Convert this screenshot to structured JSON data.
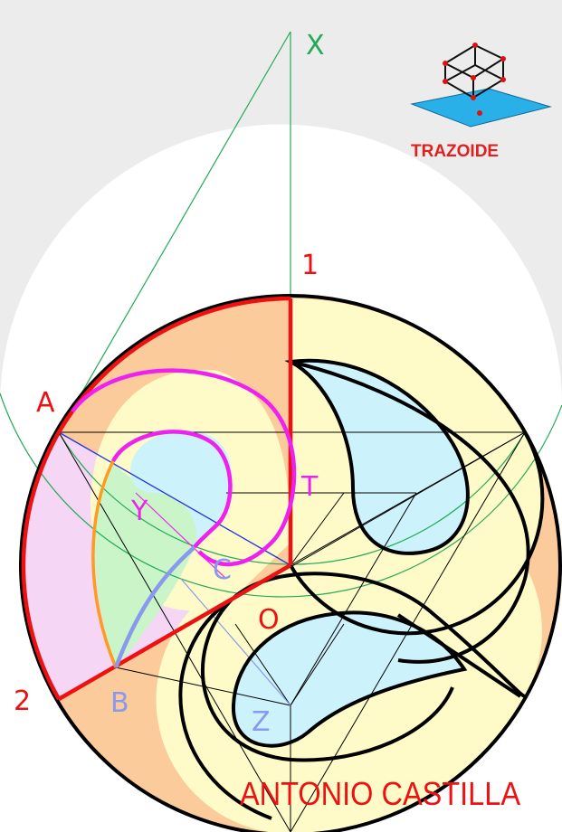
{
  "logo": {
    "text": "TRAZOIDE",
    "icon": "cube-on-plane-icon",
    "text_color": "#e02020"
  },
  "author": "ANTONIO CASTILLA",
  "points": {
    "X": "X",
    "one": "1",
    "A": "A",
    "T": "T",
    "Y": "Y",
    "C": "C",
    "O": "O",
    "two": "2",
    "B": "B",
    "Z": "Z"
  },
  "colors": {
    "background_band": "#ececec",
    "salmon": "#fbcb9b",
    "cream": "#fefbc8",
    "light_blue": "#ccf2fb",
    "lilac": "#f5d6f5",
    "mint": "#caf5c8",
    "red": "#ee1111",
    "magenta": "#ee22ee",
    "green": "#22aa55",
    "periwinkle": "#8899ee",
    "orange": "#ff9a22",
    "blue": "#2233dd",
    "black": "#000000"
  }
}
